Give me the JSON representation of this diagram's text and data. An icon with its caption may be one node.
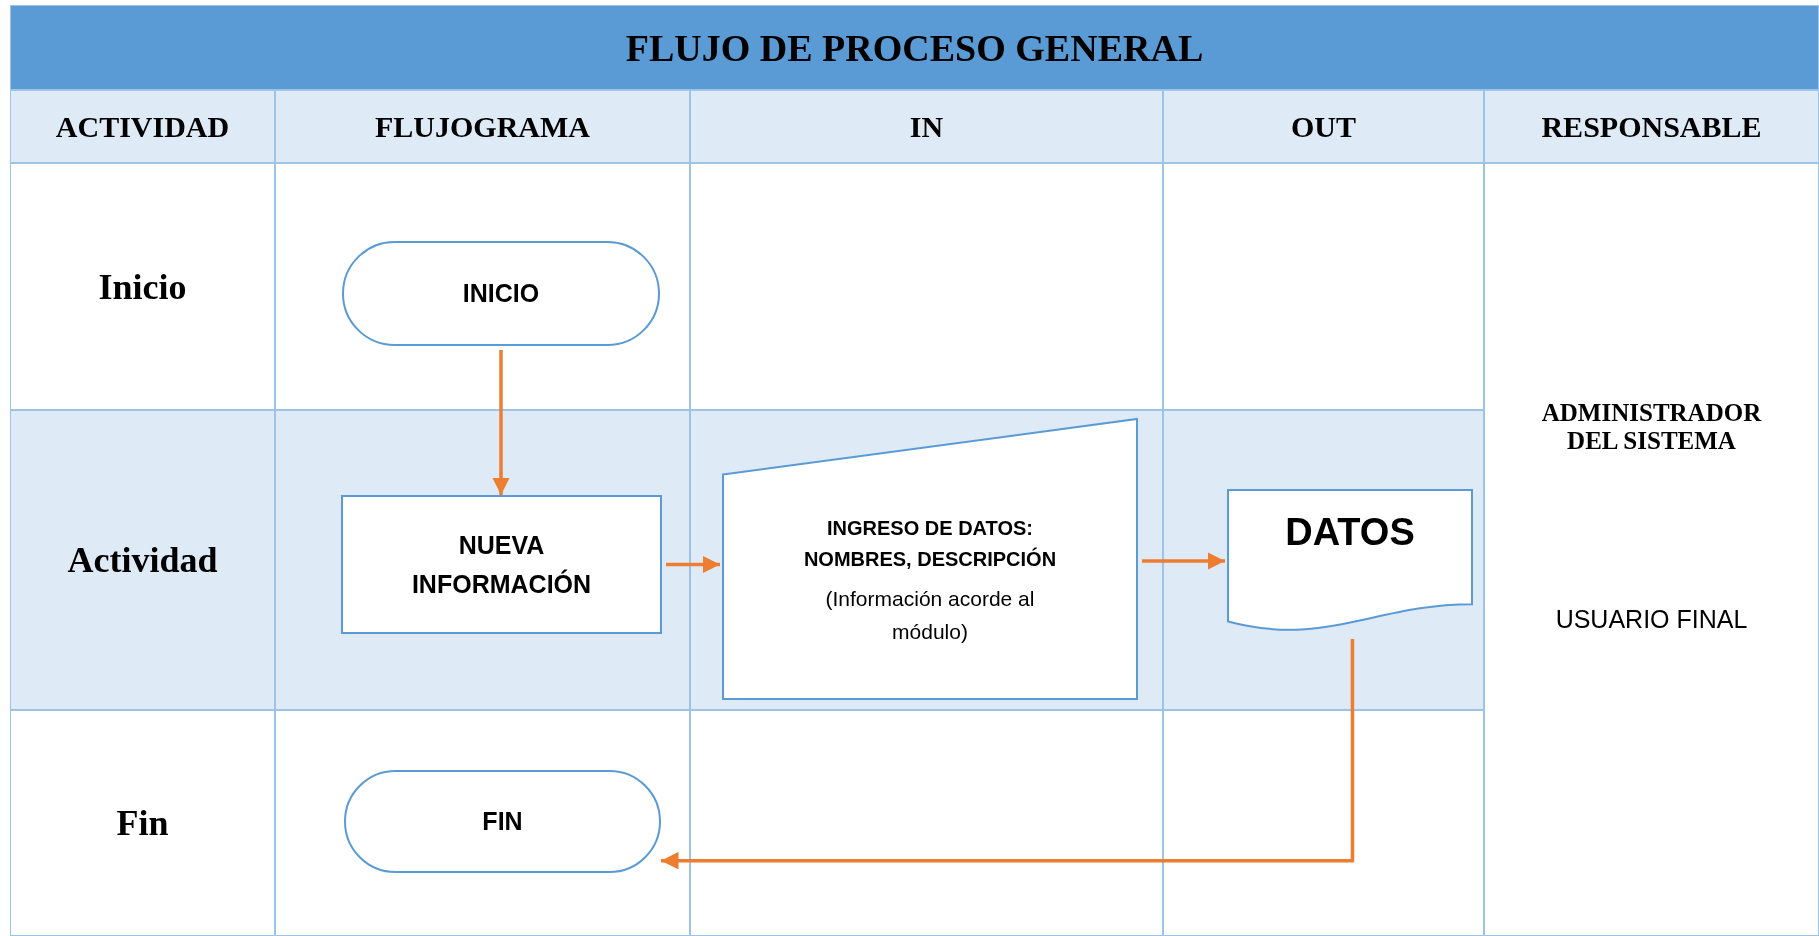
{
  "diagram": {
    "title": "FLUJO DE PROCESO GENERAL",
    "nodes": [
      {
        "text": [
          "INICIO"
        ]
      },
      {
        "text": [
          "NUEVA INFORMACIÓN"
        ]
      },
      {
        "text": [
          "INGRESO DE DATOS: NOMBRES, DESCRIPCIÓN",
          "(Información acorde al módulo)"
        ]
      },
      {
        "text": [
          "DATOS"
        ]
      },
      {
        "text": [
          "FIN"
        ]
      }
    ],
    "edges": [
      {
        "from": 0,
        "to": 1,
        "arrow": "to"
      },
      {
        "from": 1,
        "to": 2,
        "arrow": "to"
      },
      {
        "from": 2,
        "to": 3,
        "arrow": "to"
      },
      {
        "from": 3,
        "to": 4,
        "arrow": "to"
      }
    ],
    "labels": [
      "ACTIVIDAD",
      "FLUJOGRAMA",
      "IN",
      "OUT",
      "RESPONSABLE",
      "Inicio",
      "Actividad",
      "Fin",
      "ADMINISTRADOR DEL SISTEMA",
      "USUARIO FINAL"
    ]
  }
}
